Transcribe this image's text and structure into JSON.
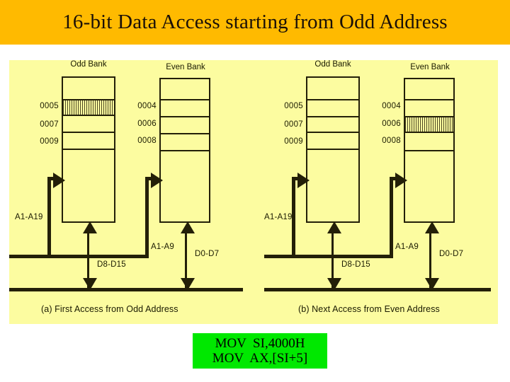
{
  "header": {
    "title": "16-bit Data Access starting from Odd Address",
    "bg_color": "#FFBA00",
    "text_color": "#1a1008"
  },
  "figure": {
    "bg_color": "#FCFCA0",
    "ink_color": "#231f08",
    "diagrams": [
      {
        "id": "a",
        "caption": "(a)  First Access from Odd Address",
        "odd_bank": {
          "label": "Odd Bank",
          "addresses": [
            "0005",
            "0007",
            "0009"
          ],
          "highlighted_address": "0005",
          "address_bus_label": "A1-A19",
          "data_bus_label": "D8-D15"
        },
        "even_bank": {
          "label": "Even Bank",
          "addresses": [
            "0004",
            "0006",
            "0008"
          ],
          "highlighted_address": null,
          "address_bus_label": "A1-A9",
          "data_bus_label": "D0-D7"
        }
      },
      {
        "id": "b",
        "caption": "(b) Next Access from Even Address",
        "odd_bank": {
          "label": "Odd Bank",
          "addresses": [
            "0005",
            "0007",
            "0009"
          ],
          "highlighted_address": null,
          "address_bus_label": "A1-A19",
          "data_bus_label": "D8-D15"
        },
        "even_bank": {
          "label": "Even Bank",
          "addresses": [
            "0004",
            "0006",
            "0008"
          ],
          "highlighted_address": "0006",
          "address_bus_label": "A1-A9",
          "data_bus_label": "D0-D7"
        }
      }
    ]
  },
  "code_box": {
    "bg_color": "#00E800",
    "text_color": "#000000",
    "lines": [
      "MOV  SI,4000H",
      "MOV  AX,[SI+5]"
    ]
  }
}
